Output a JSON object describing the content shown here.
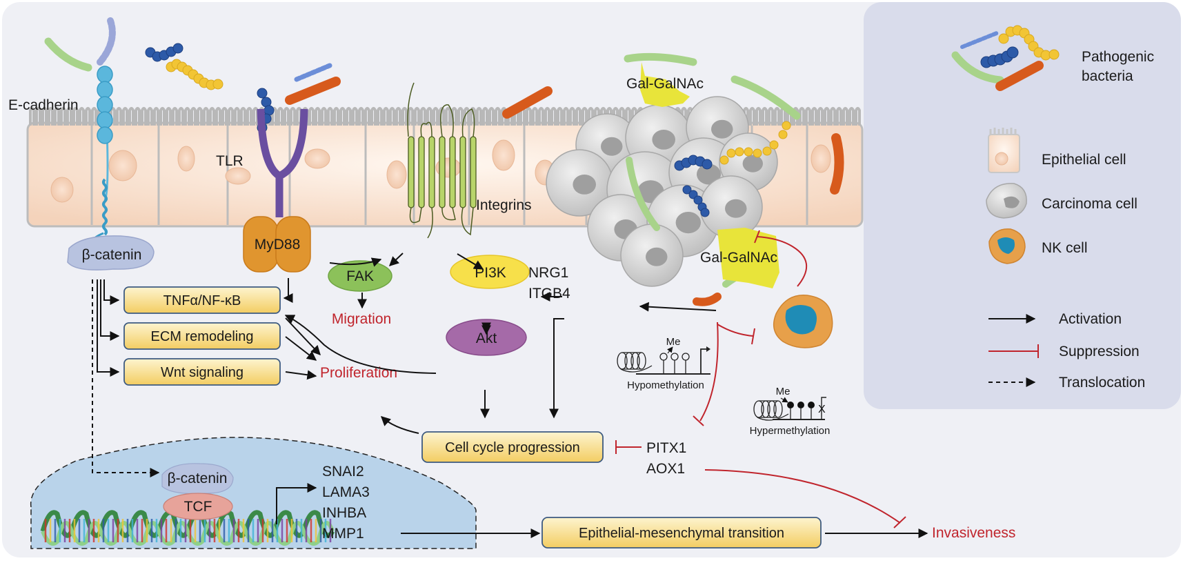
{
  "colors": {
    "background": "#eff0f5",
    "legend_panel": "#d9dceb",
    "nucleus": "#b9d3ea",
    "epithelium": "#f6d9c4",
    "microvilli": "#b8b8b8",
    "box_fill_top": "#fdf2c5",
    "box_fill_bottom": "#f4d16e",
    "box_border": "#3d5a80",
    "activation": "#111111",
    "suppression": "#c0242c",
    "outcome_text": "#c0242c",
    "ecadherin": "#5bb7dc",
    "tlr": "#6a4fa0",
    "myd88": "#e0952f",
    "integrin": "#b8d46a",
    "fak": "#8cc15a",
    "pi3k": "#f7e04a",
    "akt": "#a56aa8",
    "beta_catenin": "#b8c3e0",
    "tcf": "#e7a39a",
    "gal_galnac": "#e8e43a",
    "bacteria_blue": "#2d5aa8",
    "bacteria_yellow": "#f2c535",
    "bacteria_orange": "#d75a1c",
    "bacteria_green": "#a8d38a",
    "carcinoma": "#c9c9c9",
    "nk_outer": "#e7a04a",
    "nk_nucleus": "#1f8cb6"
  },
  "membrane": {
    "ecadherin": "E-cadherin",
    "tlr": "TLR",
    "integrins": "Integrins",
    "gal_galnac_top": "Gal-GalNAc",
    "gal_galnac_bottom": "Gal-GalNAc"
  },
  "proteins": {
    "beta_catenin": "β-catenin",
    "myd88": "MyD88",
    "fak": "FAK",
    "pi3k": "PI3K",
    "akt": "Akt",
    "nuclear_beta_catenin": "β-catenin",
    "tcf": "TCF"
  },
  "pathway_boxes": {
    "tnf": "TNFα/NF-κB",
    "ecm": "ECM remodeling",
    "wnt": "Wnt signaling",
    "cell_cycle": "Cell cycle progression",
    "emt": "Epithelial-mesenchymal transition"
  },
  "outcomes": {
    "migration": "Migration",
    "proliferation": "Proliferation",
    "invasiveness": "Invasiveness"
  },
  "genes": {
    "nrg1_itgb4": [
      "NRG1",
      "ITGB4"
    ],
    "pitx1_aox1": [
      "PITX1",
      "AOX1"
    ],
    "target_genes": [
      "SNAI2",
      "LAMA3",
      "INHBA",
      "MMP1"
    ]
  },
  "methylation": {
    "me_label": "Me",
    "hypo": "Hypomethylation",
    "hyper": "Hypermethylation"
  },
  "legend": {
    "bacteria": [
      "Pathogenic",
      "bacteria"
    ],
    "epithelial": "Epithelial cell",
    "carcinoma": "Carcinoma cell",
    "nk": "NK cell",
    "activation": "Activation",
    "suppression": "Suppression",
    "translocation": "Translocation"
  }
}
